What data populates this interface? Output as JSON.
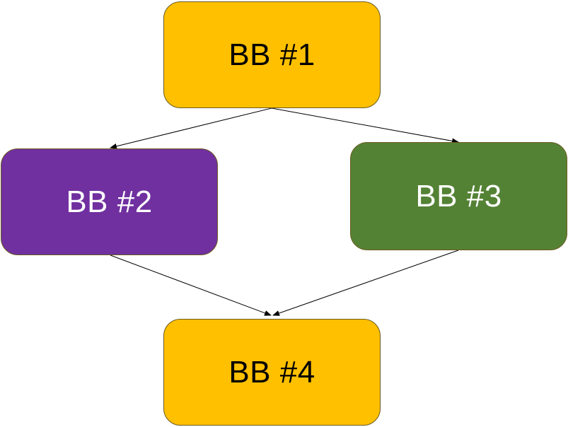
{
  "nodes": [
    {
      "id": "bb1",
      "label": "BB #1",
      "fill": "#FFC000",
      "text_color": "#000000"
    },
    {
      "id": "bb2",
      "label": "BB #2",
      "fill": "#7030A0",
      "text_color": "#FFFFFF"
    },
    {
      "id": "bb3",
      "label": "BB #3",
      "fill": "#548235",
      "text_color": "#FFFFFF"
    },
    {
      "id": "bb4",
      "label": "BB #4",
      "fill": "#FFC000",
      "text_color": "#000000"
    }
  ],
  "edges": [
    {
      "from": "bb1",
      "to": "bb2"
    },
    {
      "from": "bb1",
      "to": "bb3"
    },
    {
      "from": "bb2",
      "to": "bb4"
    },
    {
      "from": "bb3",
      "to": "bb4"
    }
  ],
  "colors": {
    "edge": "#000000",
    "node_border": "#6B5A1E"
  }
}
